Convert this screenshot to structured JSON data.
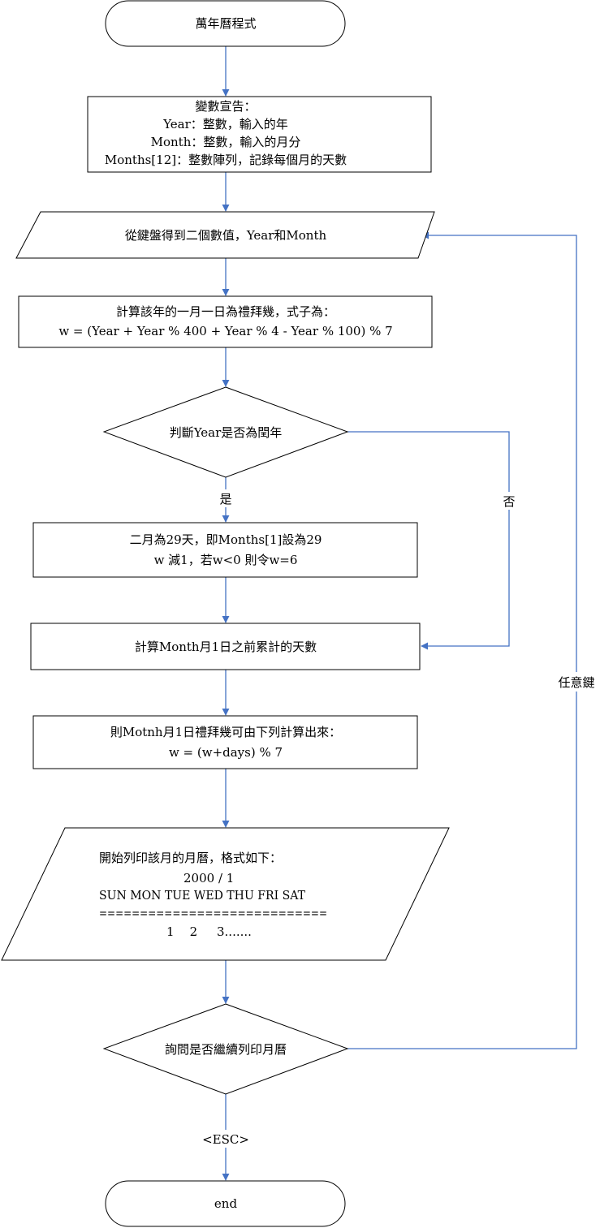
{
  "nodes": {
    "start": {
      "lines": [
        "萬年曆程式"
      ]
    },
    "declare": {
      "lines": [
        "變數宣告：",
        "Year：整數，輸入的年",
        "Month：整數，輸入的月分",
        "Months[12]：整數陣列，記錄每個月的天數"
      ]
    },
    "input": {
      "lines": [
        "從鍵盤得到二個數值，Year和Month"
      ]
    },
    "weekday": {
      "lines": [
        "計算該年的一月一日為禮拜幾，式子為：",
        "w = (Year + Year % 400 + Year % 4 - Year % 100) % 7"
      ]
    },
    "leap_check": {
      "lines": [
        "判斷Year是否為閏年"
      ]
    },
    "leap_yes": {
      "lines": [
        "二月為29天，即Months[1]設為29",
        "w 減1，若w<0 則令w=6"
      ]
    },
    "days_before": {
      "lines": [
        "計算Month月1日之前累計的天數"
      ]
    },
    "month_weekday": {
      "lines": [
        "則Motnh月1日禮拜幾可由下列計算出來：",
        "w = (w+days) % 7"
      ]
    },
    "print": {
      "lines": [
        "開始列印該月的月曆，格式如下：",
        "2000 / 1",
        "SUN MON TUE WED THU FRI SAT",
        "============================",
        "1    2     3......."
      ]
    },
    "continue_check": {
      "lines": [
        "詢問是否繼續列印月曆"
      ]
    },
    "end": {
      "lines": [
        "end"
      ]
    }
  },
  "edges": {
    "yes_label": "是",
    "no_label": "否",
    "any_key_label": "任意鍵",
    "esc_label": "<ESC>"
  },
  "colors": {
    "connector": "#4472c4",
    "shape_stroke": "#000000",
    "background": "#ffffff"
  }
}
